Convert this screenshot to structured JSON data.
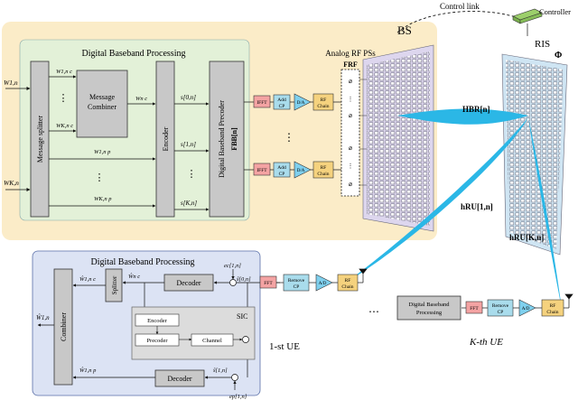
{
  "bs": {
    "label": "BS",
    "panel_title": "Digital Baseband Processing",
    "inputs": [
      "W1,n",
      "WK,n"
    ],
    "message_splitter": "Message splitter",
    "message_combiner_line1": "Message",
    "message_combiner_line2": "Combiner",
    "w_c_1": "W1,n c",
    "w_c_k": "WK,n c",
    "w_c": "Wn c",
    "w_p_1": "W1,n p",
    "w_p_k": "WK,n p",
    "encoder": "Encoder",
    "s0": "s[0,n]",
    "s1": "s[1,n]",
    "sk": "s[K,n]",
    "precoder": "Digital Baseband Precoder",
    "f_bb": "FBB[n]",
    "ifft": "IFFT",
    "add_cp_line1": "Add",
    "add_cp_line2": "CP",
    "da": "D/A",
    "rf_line1": "RF",
    "rf_line2": "Chain",
    "analog_label": "Analog RF PSs",
    "f_rf": "FRF",
    "h_br": "HBR[n]",
    "h_ru1": "hRU[1,n]",
    "h_ruk": "hRU[K,n]"
  },
  "link": {
    "control_link": "Control link",
    "controller": "Controller"
  },
  "ris": {
    "label": "RIS",
    "phi": "Φ"
  },
  "ue1": {
    "panel_title": "Digital Baseband Processing",
    "label": "1-st UE",
    "combiner": "Combiner",
    "splitter": "Splitter",
    "decoder": "Decoder",
    "sic": "SIC",
    "encoder": "Encoder",
    "precoder": "Precoder",
    "channel": "Channel",
    "fft": "FFT",
    "remove_cp_line1": "Remove",
    "remove_cp_line2": "CP",
    "ad": "A/D",
    "rf_line1": "RF",
    "rf_line2": "Chain",
    "w_out": "Ŵ1,n",
    "w_hat_c": "Ŵn c",
    "w_hat_p": "Ŵ1,n p",
    "w_hat_c1": "Ŵ1,n c",
    "e_c": "ec[1,n]",
    "e_p": "ep[1,n]",
    "s_hat0": "ŝ[0,n]",
    "s_hat1": "ŝ[1,n]"
  },
  "uek": {
    "label": "K-th UE",
    "dbp_line1": "Digital Baseband",
    "dbp_line2": "Processing",
    "fft": "FFT",
    "remove_cp_line1": "Remove",
    "remove_cp_line2": "CP",
    "ad": "A/D",
    "rf_line1": "RF",
    "rf_line2": "Chain"
  },
  "colors": {
    "bs_bg": "#fbecc8",
    "dbp_bg": "#e3f1d8",
    "ue_bg": "#dce3f4",
    "ifft": "#f4a3a3",
    "addcp": "#a9dcec",
    "rf": "#f5d27e",
    "beam": "#2bb7e6",
    "array_purple": "#ddd6ee",
    "ris": "#cfe5f3"
  }
}
